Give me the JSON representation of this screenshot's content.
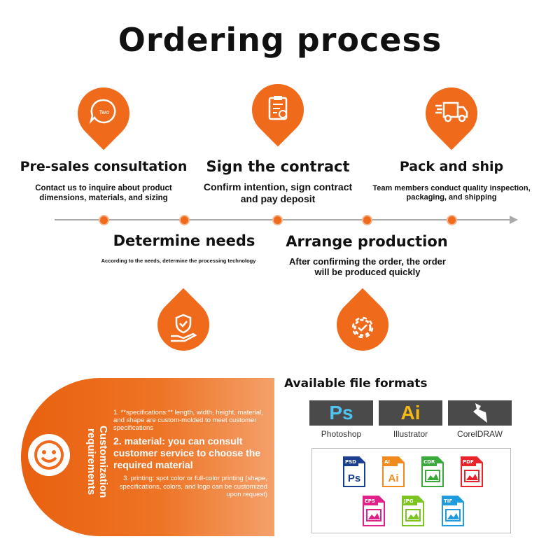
{
  "title": "Ordering process",
  "steps": [
    {
      "title": "Pre-sales consultation",
      "desc": "Contact us to inquire about product dimensions, materials, and sizing",
      "icon": "chat-bubble-icon",
      "icon_text": "Two"
    },
    {
      "title": "Determine needs",
      "desc": "According to the needs, determine the processing technology",
      "icon": "hand-shield-icon"
    },
    {
      "title": "Sign the contract",
      "desc": "Confirm intention, sign contract and pay deposit",
      "icon": "clipboard-icon"
    },
    {
      "title": "Arrange production",
      "desc": "After confirming the order, the order will be produced quickly",
      "icon": "gear-icon"
    },
    {
      "title": "Pack and ship",
      "desc": "Team members conduct quality inspection, packaging, and shipping",
      "icon": "delivery-truck-icon"
    }
  ],
  "custom": {
    "heading": "Customization requirements",
    "item1": "1. **specifications:** length, width, height, material, and shape are custom-molded to meet customer specifications",
    "item2": "2. material: you can consult customer service to choose the required material",
    "item3": "3. printing: spot color or full-color printing (shape, specifications, colors, and logo can be customized upon request)"
  },
  "formats": {
    "title": "Available file formats",
    "software": [
      {
        "abbr": "Ps",
        "label": "Photoshop",
        "color": "#4fc3f0"
      },
      {
        "abbr": "Ai",
        "label": "Illustrator",
        "color": "#f6b913"
      },
      {
        "abbr": "",
        "label": "CorelDRAW",
        "color": "#ffffff"
      }
    ],
    "files": [
      {
        "ext": "PSD",
        "inner": "Ps",
        "color": "#1a3f8f"
      },
      {
        "ext": "AI",
        "inner": "Ai",
        "color": "#f08a1c"
      },
      {
        "ext": "CDR",
        "inner": "",
        "color": "#3aa83a"
      },
      {
        "ext": "PDF",
        "inner": "",
        "color": "#e8242a"
      },
      {
        "ext": "EPS",
        "inner": "",
        "color": "#e2208a"
      },
      {
        "ext": "JPG",
        "inner": "",
        "color": "#7cc41f"
      },
      {
        "ext": "TIF",
        "inner": "",
        "color": "#1f9ce0"
      }
    ]
  },
  "accent": "#ef6a1a"
}
